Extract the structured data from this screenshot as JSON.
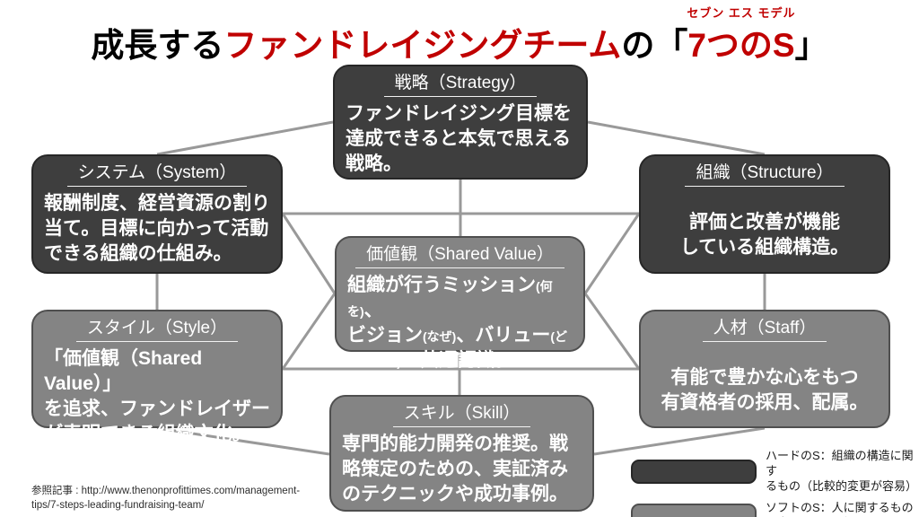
{
  "colors": {
    "dark_box": "#3e3e3e",
    "light_box": "#848484",
    "connector_line": "#999999",
    "accent_red": "#c00000",
    "box_text": "#ffffff",
    "background": "#ffffff"
  },
  "title": {
    "part1": "成長する",
    "part2": "ファンドレイジングチーム",
    "part3": "の",
    "part4": "「",
    "part5": "7つのS",
    "part6": "」",
    "ruby": "セブン エス モデル"
  },
  "boxes": {
    "strategy": {
      "title": "戦略（Strategy）",
      "body": "ファンドレイジング目標を\n達成できると本気で思える\n戦略。"
    },
    "system": {
      "title": "システム（System）",
      "body": "報酬制度、経営資源の割り\n当て。目標に向かって活動\nできる組織の仕組み。"
    },
    "structure": {
      "title": "組織（Structure）",
      "body": "評価と改善が機能\nしている組織構造。"
    },
    "shared_value": {
      "title": "価値観（Shared Value）",
      "b1": "組織が行うミッション",
      "s1": "(何を)",
      "b2": "、\nビジョン",
      "s2": "(なぜ)",
      "b3": "、バリュー",
      "s3": "(ど\nうやって)",
      "b4": "の共通認識。"
    },
    "style": {
      "title": "スタイル（Style）",
      "body": "「価値観（Shared Value）」\nを追求、ファンドレイザー\nが表明できる組織文化。"
    },
    "staff": {
      "title": "人材（Staff）",
      "body": "有能で豊かな心をもつ\n有資格者の採用、配属。"
    },
    "skill": {
      "title": "スキル（Skill）",
      "body": "専門的能力開発の推奨。戦\n略策定のための、実証済み\nのテクニックや成功事例。"
    }
  },
  "legend": {
    "hard": "ハードのS：組織の構造に関す\nるもの（比較的変更が容易）",
    "soft": "ソフトのS：人に関するもの\n（変更に時間がかかる）"
  },
  "reference": "参照記事 : http://www.thenonprofittimes.com/management-\ntips/7-steps-leading-fundraising-team/"
}
